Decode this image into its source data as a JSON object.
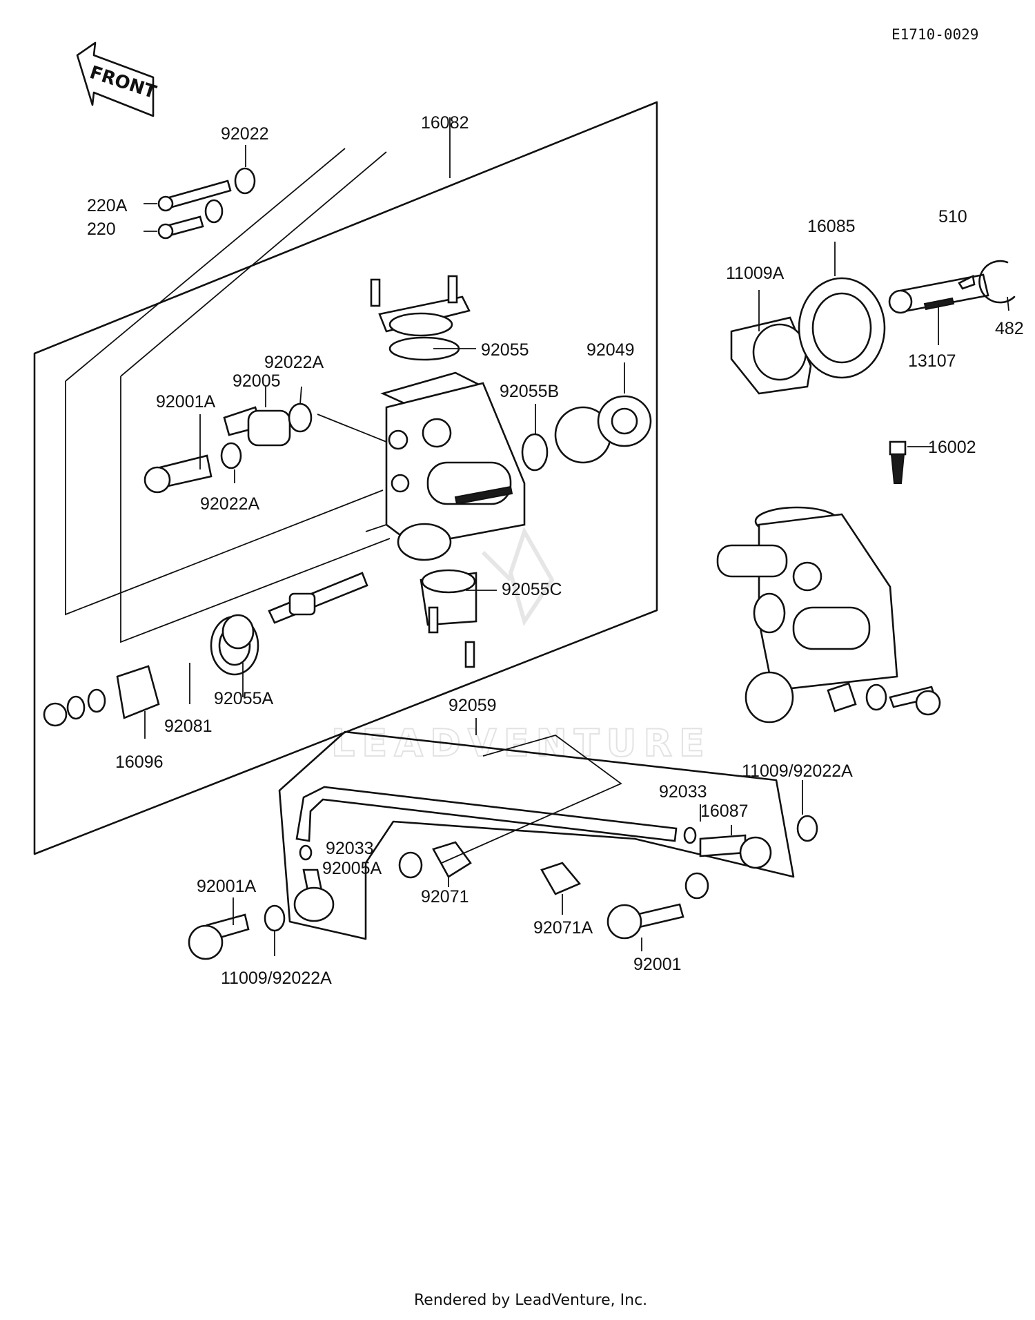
{
  "diagram": {
    "drawing_code": "E1710-0029",
    "front_arrow_text": "FRONT",
    "watermark_text": "LEADVENTURE",
    "footer": "Rendered by LeadVenture, Inc.",
    "part_labels": [
      "16082",
      "92022",
      "220A",
      "220",
      "92055",
      "92022A",
      "92005",
      "92001A",
      "92022A",
      "92055B",
      "92049",
      "92055C",
      "92055A",
      "92081",
      "16096",
      "16085",
      "510",
      "11009A",
      "482",
      "13107",
      "16002",
      "92059",
      "92033",
      "16087",
      "11009/92022A",
      "92033",
      "92005A",
      "92071",
      "92071A",
      "92001A",
      "11009/92022A",
      "92001"
    ]
  }
}
